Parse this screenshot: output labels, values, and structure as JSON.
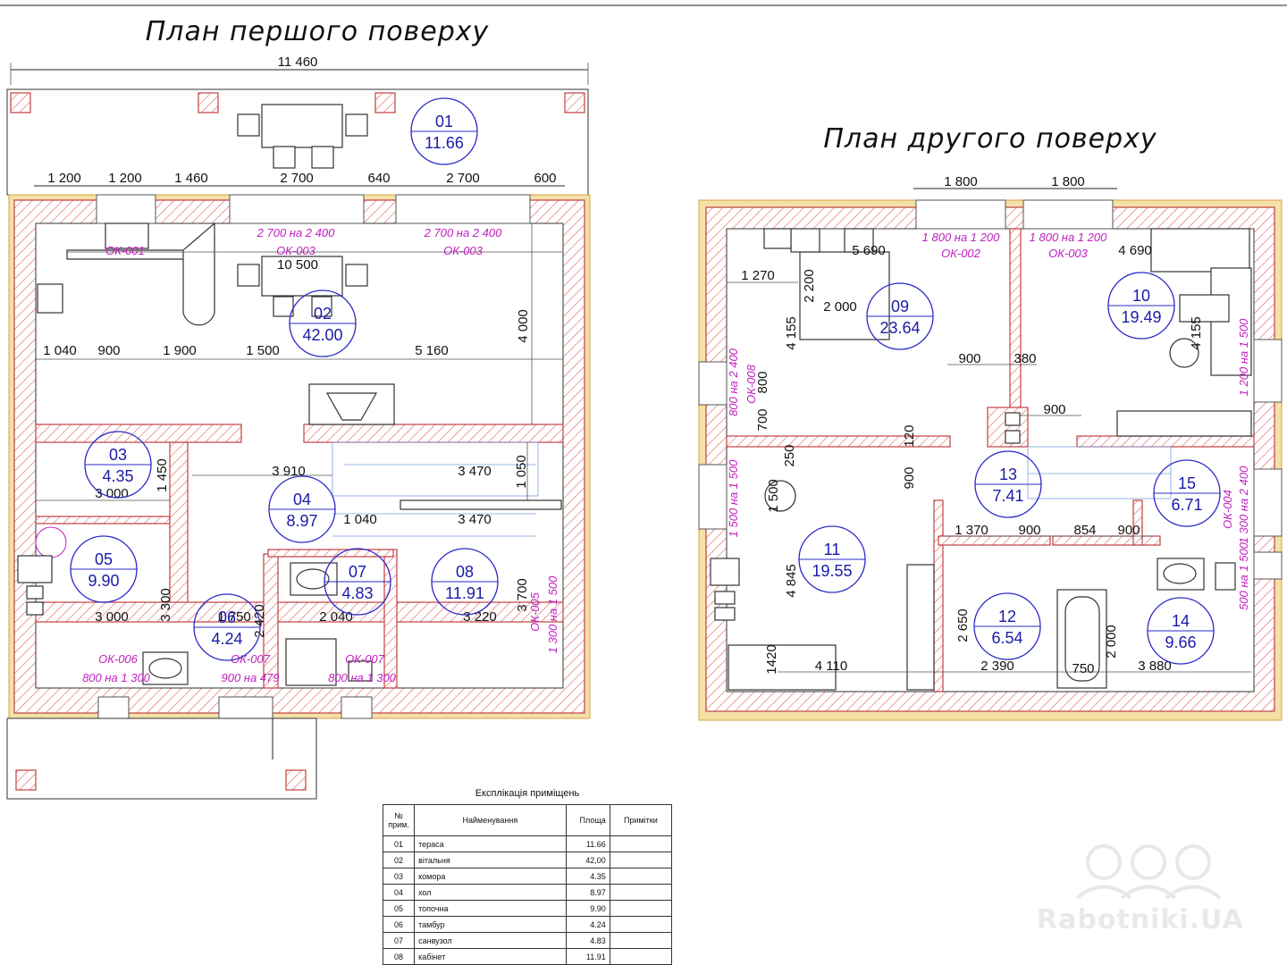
{
  "titles": {
    "floor1": "План першого поверху",
    "floor2": "План другого поверху"
  },
  "floor1": {
    "overall": "11 460",
    "top_dims": [
      "1 200",
      "1 200",
      "1 460",
      "2 700",
      "640",
      "2 700",
      "600"
    ],
    "inner_dims": {
      "w10500": "10 500",
      "h4000": "4 000",
      "row": [
        "1 040",
        "900",
        "1 900",
        "1 500",
        "5 160"
      ],
      "d3910": "3 910",
      "d3470a": "3 470",
      "d3470b": "3 470",
      "d1040": "1 040",
      "d1050": "1 050",
      "d1450": "1 450",
      "d3000a": "3 000",
      "d3000b": "3 000",
      "d3300": "3 300",
      "d1750": "1 750",
      "d2420": "2 420",
      "d2040": "2 040",
      "d3220": "3 220",
      "d3700": "3 700"
    },
    "openings": {
      "ok003a": "2 700 на 2 400",
      "ok003a_code": "ОК-003",
      "ok003b": "2 700 на 2 400",
      "ok003b_code": "ОК-003",
      "ok001_code": "ОК-001",
      "ok005_code": "ОК-005",
      "ok005": "1 300 на 1 500",
      "ok006_code": "ОК-006",
      "ok006": "800 на 1 300",
      "ok007a_code": "ОК-007",
      "ok007a": "900 на 479",
      "ok007b_code": "ОК-007",
      "ok007b": "800 на 1 300"
    },
    "rooms": [
      {
        "num": "01",
        "area": "11.66"
      },
      {
        "num": "02",
        "area": "42.00"
      },
      {
        "num": "03",
        "area": "4.35"
      },
      {
        "num": "04",
        "area": "8.97"
      },
      {
        "num": "05",
        "area": "9.90"
      },
      {
        "num": "06",
        "area": "4.24"
      },
      {
        "num": "07",
        "area": "4.83"
      },
      {
        "num": "08",
        "area": "11.91"
      }
    ]
  },
  "floor2": {
    "top_dims": [
      "1 800",
      "1 800"
    ],
    "inner_dims": {
      "d5690": "5 690",
      "d4690": "4 690",
      "d1270": "1 270",
      "d2200": "2 200",
      "d2000": "2 000",
      "d4155a": "4 155",
      "d4155b": "4 155",
      "d900a": "900",
      "d380": "380",
      "d900b": "900",
      "d800": "800",
      "d700": "700",
      "d120": "120",
      "d900c": "900",
      "d250": "250",
      "d1500": "1 500",
      "d4845": "4 845",
      "d1370": "1 370",
      "d900d": "900",
      "d854": "854",
      "d900e": "900",
      "d2650": "2 650",
      "d2000b": "2 000",
      "d1420": "1420",
      "d4110": "4 110",
      "d2390": "2 390",
      "d750": "750",
      "d3880": "3 880"
    },
    "openings": {
      "ok002": "1 800 на 1 200",
      "ok002_code": "ОК-002",
      "ok003": "1 800 на 1 200",
      "ok003_code": "ОК-003",
      "ok008_code": "ОК-008",
      "ok008": "800 на 2 400",
      "left1500": "1 500 на 1 500",
      "ok004_code": "ОК-004",
      "ok004": "1 300 на 2 400",
      "right1200": "1 200 на 1 500",
      "right500": "500 на 1 500"
    },
    "rooms": [
      {
        "num": "09",
        "area": "23.64"
      },
      {
        "num": "10",
        "area": "19.49"
      },
      {
        "num": "11",
        "area": "19.55"
      },
      {
        "num": "12",
        "area": "6.54"
      },
      {
        "num": "13",
        "area": "7.41"
      },
      {
        "num": "14",
        "area": "9.66"
      },
      {
        "num": "15",
        "area": "6.71"
      }
    ]
  },
  "explication": {
    "caption": "Експлікація приміщень",
    "headers": [
      "№ прим.",
      "Найменування",
      "Площа",
      "Примітки"
    ],
    "rows": [
      {
        "num": "01",
        "name": "тераса",
        "area": "11.66"
      },
      {
        "num": "02",
        "name": "вітальня",
        "area": "42,00"
      },
      {
        "num": "03",
        "name": "комора",
        "area": "4.35"
      },
      {
        "num": "04",
        "name": "хол",
        "area": "8.97"
      },
      {
        "num": "05",
        "name": "топочна",
        "area": "9.90"
      },
      {
        "num": "06",
        "name": "тамбур",
        "area": "4.24"
      },
      {
        "num": "07",
        "name": "санвузол",
        "area": "4.83"
      },
      {
        "num": "08",
        "name": "кабінет",
        "area": "11.91"
      }
    ]
  },
  "watermark": "Rabotniki.UA"
}
